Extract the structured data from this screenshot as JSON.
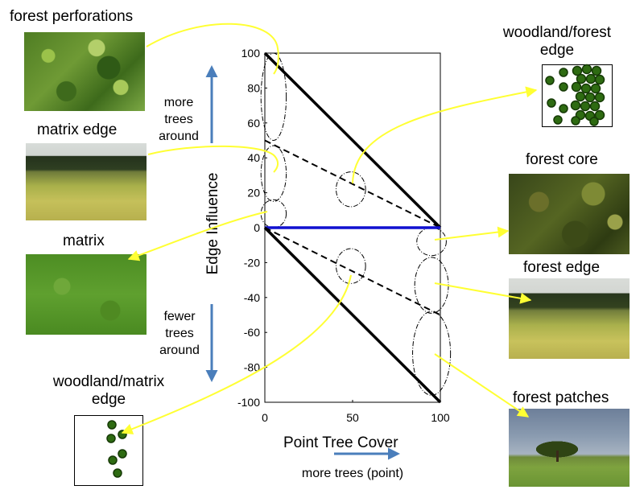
{
  "colors": {
    "accent_blue": "#4a7ebb",
    "zero_line": "#1010d0",
    "callout_yellow": "#ffff33",
    "dot_green": "#2e6b12"
  },
  "panels": {
    "forest_perforations": "forest perforations",
    "matrix_edge": "matrix edge",
    "matrix": "matrix",
    "woodland_matrix_edge": "woodland/matrix edge",
    "woodland_forest_edge": "woodland/forest edge",
    "forest_core": "forest core",
    "forest_edge": "forest edge",
    "forest_patches": "forest patches"
  },
  "annotations": {
    "more_trees_around": "more trees around",
    "fewer_trees_around": "fewer trees around",
    "more_trees_point": "more trees (point)"
  },
  "chart_data": {
    "type": "line",
    "xlabel": "Point Tree Cover",
    "ylabel": "Edge Influence",
    "xlim": [
      0,
      100
    ],
    "ylim": [
      -100,
      100
    ],
    "x_ticks": [
      "0",
      "50",
      "100"
    ],
    "y_ticks": [
      "100",
      "80",
      "60",
      "40",
      "20",
      "0",
      "-20",
      "-40",
      "-60",
      "-80",
      "-100"
    ],
    "series": [
      {
        "style": "solid-black",
        "x": [
          0,
          100
        ],
        "y": [
          100,
          0
        ]
      },
      {
        "style": "dashed-black",
        "x": [
          0,
          100
        ],
        "y": [
          50,
          0
        ]
      },
      {
        "style": "solid-blue",
        "x": [
          0,
          100
        ],
        "y": [
          0,
          0
        ]
      },
      {
        "style": "dashed-black",
        "x": [
          0,
          100
        ],
        "y": [
          0,
          -50
        ]
      },
      {
        "style": "solid-black",
        "x": [
          0,
          100
        ],
        "y": [
          0,
          -100
        ]
      }
    ],
    "regions": [
      {
        "x": 5,
        "y": 75,
        "rx": 6,
        "ry": 25
      },
      {
        "x": 5,
        "y": 31,
        "rx": 6,
        "ry": 16
      },
      {
        "x": 5,
        "y": 8,
        "rx": 6,
        "ry": 8
      },
      {
        "x": 49,
        "y": 22,
        "rx": 7,
        "ry": 10
      },
      {
        "x": 49,
        "y": -22,
        "rx": 7,
        "ry": 10
      },
      {
        "x": 95,
        "y": -8,
        "rx": 7,
        "ry": 8
      },
      {
        "x": 95,
        "y": -33,
        "rx": 8,
        "ry": 16
      },
      {
        "x": 95,
        "y": -72,
        "rx": 9,
        "ry": 24
      }
    ]
  }
}
